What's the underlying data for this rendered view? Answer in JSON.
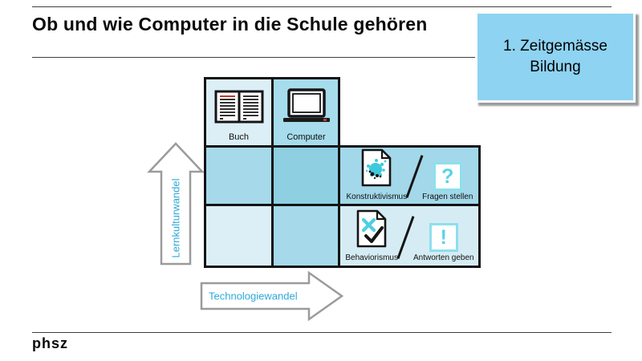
{
  "slide": {
    "title": "Ob und wie Computer in die Schule gehören",
    "footer_logo": "phsz"
  },
  "topic_box": {
    "label": "1. Zeitgemässe Bildung",
    "fill_color": "#8ed3f2",
    "border_color": "#fcfcfc",
    "shadow_color": "#9b9b9b"
  },
  "matrix": {
    "column_headers": [
      {
        "label": "Buch",
        "icon": "open-book-icon"
      },
      {
        "label": "Computer",
        "icon": "laptop-icon"
      }
    ],
    "rows": [
      {
        "left_icon": "document-splat-icon",
        "left_label": "Konstruktivismus",
        "divider_icon": "slash-icon",
        "right_icon": "question-square-icon",
        "right_glyph": "?",
        "right_label": "Fragen stellen"
      },
      {
        "left_icon": "document-check-icon",
        "left_label": "Behaviorismus",
        "divider_icon": "slash-icon",
        "right_icon": "exclamation-square-icon",
        "right_glyph": "!",
        "right_label": "Antworten geben"
      }
    ],
    "border_color": "#141414",
    "cell_colors": {
      "header_book": "#dceff7",
      "header_computer": "#a6dcec",
      "medium": "#a6d9e9",
      "dark": "#8ecfe1",
      "row_konstruktivismus": "#a2d8e9",
      "row_behaviorismus": "#d6ecf5"
    }
  },
  "arrows": {
    "vertical_label": "Lernkulturwandel",
    "horizontal_label": "Technologiewandel",
    "label_color": "#2ea9d8",
    "outline_color": "#9b9b9b"
  },
  "accents": {
    "cyan_icon": "#4ccfe2",
    "cyan_border": "#8ce0ec",
    "red_detail": "#c0392b"
  }
}
